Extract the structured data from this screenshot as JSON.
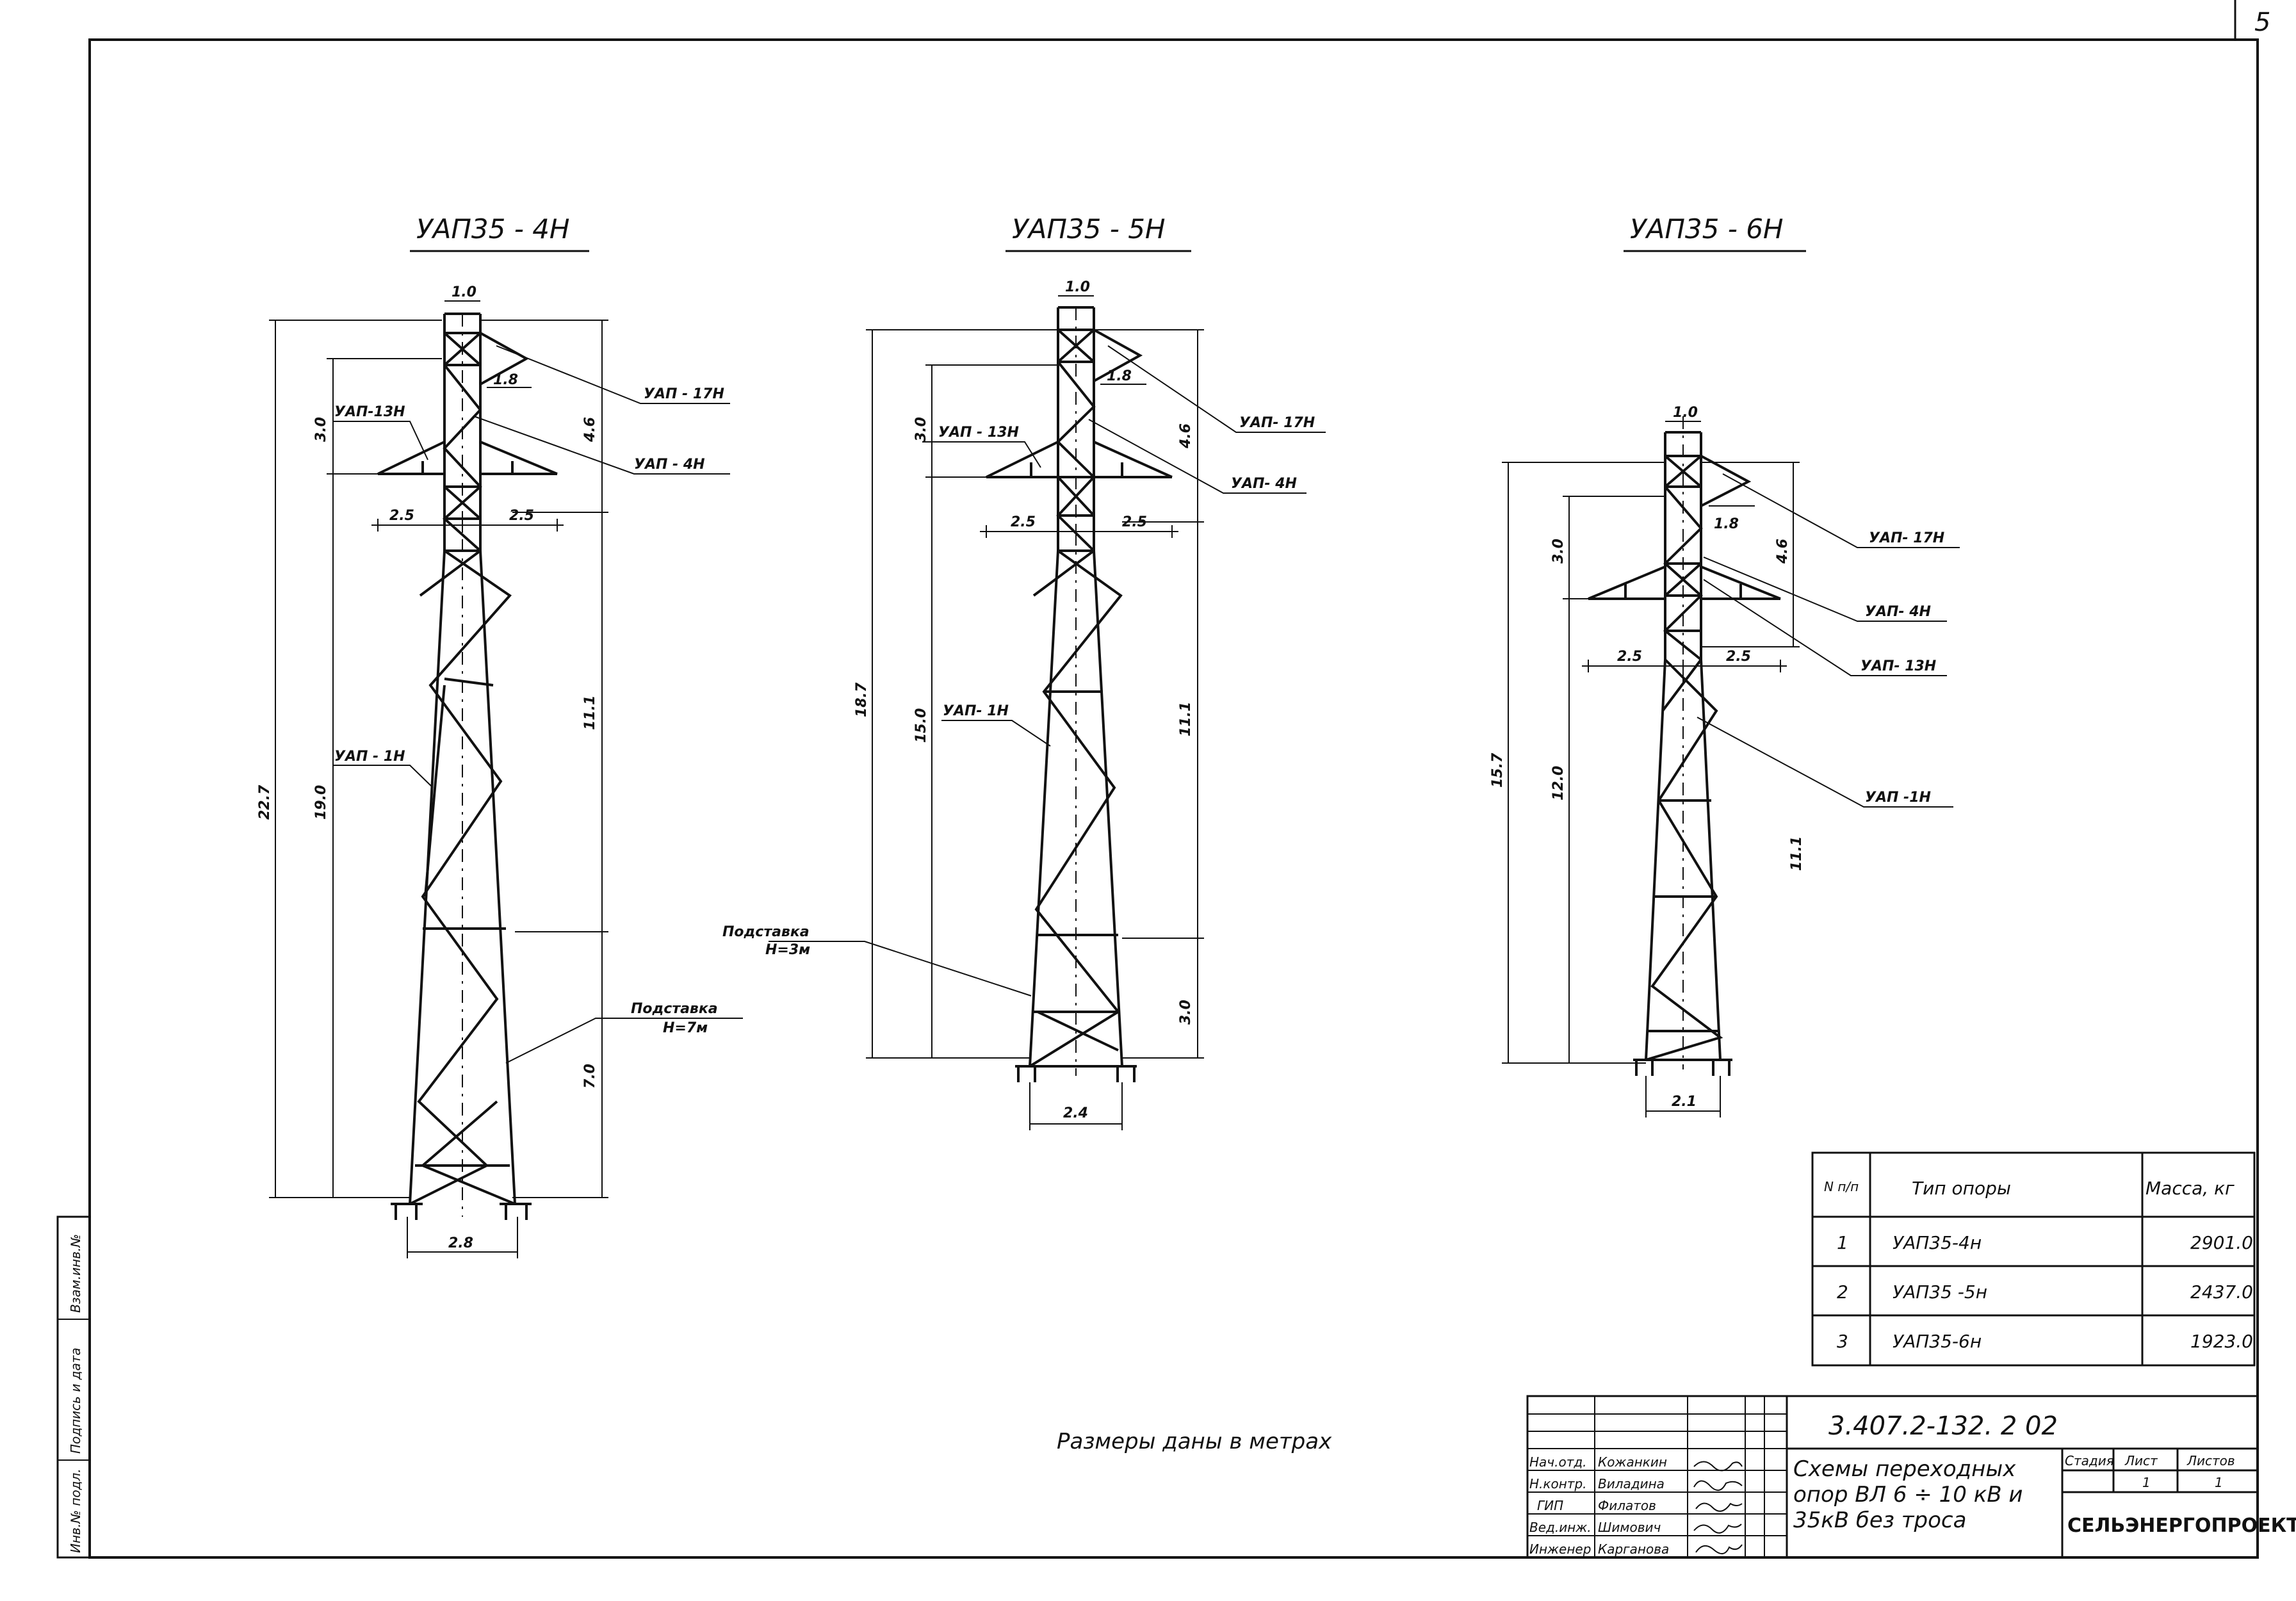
{
  "sheet": {
    "page_number": "5",
    "note": "Размеры даны в метрах",
    "side_stamp": [
      "Инв.№ подл.",
      "Подпись и дата",
      "Взам.инв.№"
    ]
  },
  "towers": [
    {
      "title": "УАП35 - 4Н",
      "total": "22.7",
      "sub_height": "19.0",
      "upper_height": "4.6",
      "lower_height": "11.1",
      "base_height": "7.0",
      "arm_gap": "3.0",
      "top_width": "1.0",
      "peak_width": "1.8",
      "arm_left": "2.5",
      "arm_right": "2.5",
      "base_width": "2.8",
      "labels": [
        "УАП - 17Н",
        "УАП - 4Н",
        "УАП-13Н",
        "УАП - 1Н"
      ],
      "base_note": [
        "Подставка",
        "Н=7м"
      ]
    },
    {
      "title": "УАП35 - 5Н",
      "total": "18.7",
      "sub_height": "15.0",
      "upper_height": "4.6",
      "lower_height": "11.1",
      "base_height": "3.0",
      "arm_gap": "3.0",
      "top_width": "1.0",
      "peak_width": "1.8",
      "arm_left": "2.5",
      "arm_right": "2.5",
      "base_width": "2.4",
      "labels": [
        "УАП- 17Н",
        "УАП- 4Н",
        "УАП - 13Н",
        "УАП- 1Н"
      ],
      "base_note": [
        "Подставка",
        "Н=3м"
      ]
    },
    {
      "title": "УАП35 - 6Н",
      "total": "15.7",
      "sub_height": "12.0",
      "upper_height": "4.6",
      "lower_height": "11.1",
      "arm_gap": "3.0",
      "top_width": "1.0",
      "peak_width": "1.8",
      "arm_left": "2.5",
      "arm_right": "2.5",
      "base_width": "2.1",
      "labels": [
        "УАП- 17Н",
        "УАП- 4Н",
        "УАП- 13Н",
        "УАП -1Н"
      ]
    }
  ],
  "mass_table": {
    "headers": [
      "N п/п",
      "Тип опоры",
      "Масса, кг"
    ],
    "rows": [
      [
        "1",
        "УАП35-4н",
        "2901.0"
      ],
      [
        "2",
        "УАП35 -5н",
        "2437.0"
      ],
      [
        "3",
        "УАП35-6н",
        "1923.0"
      ]
    ]
  },
  "title_block": {
    "code": "3.407.2-132.    2   02",
    "title_lines": [
      "Схемы переходных",
      "опор ВЛ 6 ÷ 10 кВ и",
      "35кВ без троса"
    ],
    "roles": [
      "Нач.отд.",
      "Н.контр.",
      "ГИП",
      "Вед.инж.",
      "Инженер"
    ],
    "names": [
      "Кожанкин",
      "Виладина",
      "Филатов",
      "Шимович",
      "Карганова"
    ],
    "stage_label": "Стадия",
    "sheet_label": "Лист",
    "sheets_label": "Листов",
    "sheet_value": "1",
    "sheets_value": "1",
    "org": "СЕЛЬЭНЕРГОПРОЕКТ"
  }
}
